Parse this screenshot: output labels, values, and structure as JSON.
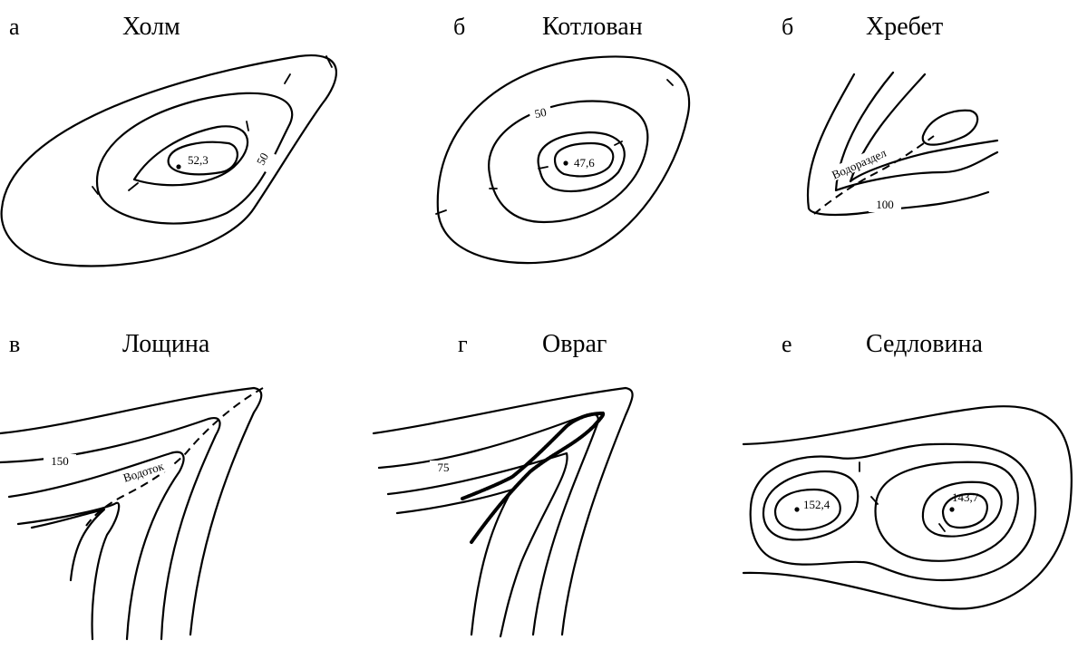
{
  "panels": [
    {
      "letter": "а",
      "title": "Холм",
      "labels": {
        "contour": "50",
        "peak": "52,3"
      }
    },
    {
      "letter": "б",
      "title": "Котлован",
      "labels": {
        "contour": "50",
        "bottom": "47,6"
      }
    },
    {
      "letter": "б",
      "title": "Хребет",
      "labels": {
        "contour": "100",
        "line": "Водораздел"
      }
    },
    {
      "letter": "в",
      "title": "Лощина",
      "labels": {
        "contour": "150",
        "line": "Водоток"
      }
    },
    {
      "letter": "г",
      "title": "Овраг",
      "labels": {
        "contour": "75"
      }
    },
    {
      "letter": "е",
      "title": "Седловина",
      "labels": {
        "peak1": "152,4",
        "peak2": "143,7"
      }
    }
  ]
}
